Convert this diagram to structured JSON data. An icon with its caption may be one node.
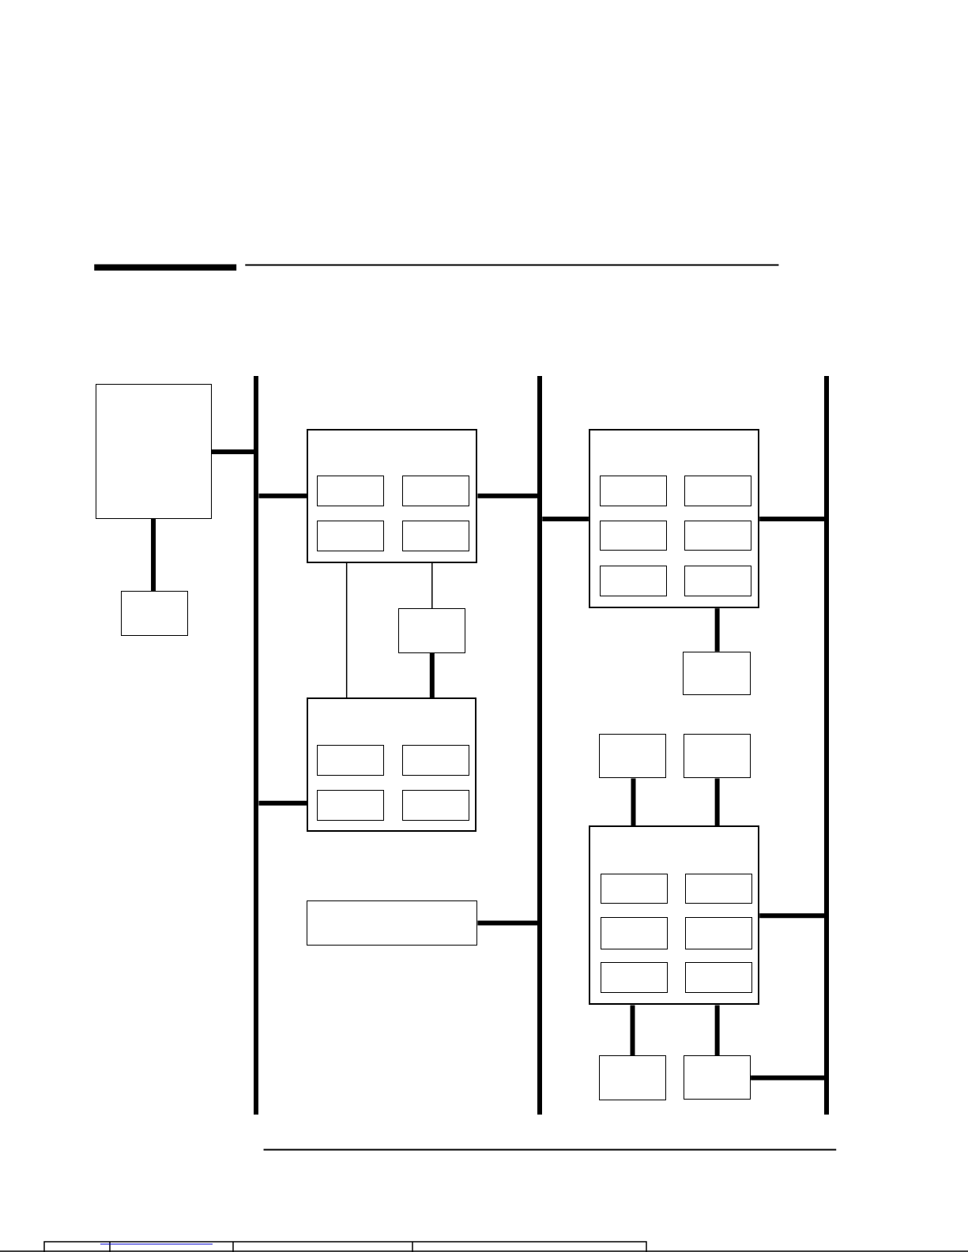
{
  "diagram": {
    "nodes": [
      {
        "text": [],
        "shape": "bar"
      },
      {
        "text": [],
        "shape": "bar"
      },
      {
        "text": [],
        "shape": "bar"
      },
      {
        "text": [],
        "shape": "box"
      },
      {
        "text": [],
        "shape": "box"
      },
      {
        "text": [],
        "shape": "box"
      },
      {
        "text": [],
        "shape": "box",
        "in": 5
      },
      {
        "text": [],
        "shape": "box",
        "in": 5
      },
      {
        "text": [],
        "shape": "box",
        "in": 5
      },
      {
        "text": [],
        "shape": "box",
        "in": 5
      },
      {
        "text": [],
        "shape": "box"
      },
      {
        "text": [],
        "shape": "box"
      },
      {
        "text": [],
        "shape": "box",
        "in": 11
      },
      {
        "text": [],
        "shape": "box",
        "in": 11
      },
      {
        "text": [],
        "shape": "box",
        "in": 11
      },
      {
        "text": [],
        "shape": "box",
        "in": 11
      },
      {
        "text": [],
        "shape": "box"
      },
      {
        "text": [],
        "shape": "box"
      },
      {
        "text": [],
        "shape": "box",
        "in": 17
      },
      {
        "text": [],
        "shape": "box",
        "in": 17
      },
      {
        "text": [],
        "shape": "box",
        "in": 17
      },
      {
        "text": [],
        "shape": "box",
        "in": 17
      },
      {
        "text": [],
        "shape": "box",
        "in": 17
      },
      {
        "text": [],
        "shape": "box",
        "in": 17
      },
      {
        "text": [],
        "shape": "box"
      },
      {
        "text": [],
        "shape": "box"
      },
      {
        "text": [],
        "shape": "box"
      },
      {
        "text": [],
        "shape": "box"
      },
      {
        "text": [],
        "shape": "box",
        "in": 27
      },
      {
        "text": [],
        "shape": "box",
        "in": 27
      },
      {
        "text": [],
        "shape": "box",
        "in": 27
      },
      {
        "text": [],
        "shape": "box",
        "in": 27
      },
      {
        "text": [],
        "shape": "box",
        "in": 27
      },
      {
        "text": [],
        "shape": "box",
        "in": 27
      },
      {
        "text": [],
        "shape": "box"
      },
      {
        "text": [],
        "shape": "box"
      }
    ],
    "edges": [
      {
        "from": 3,
        "to": 0,
        "arrow": "none"
      },
      {
        "from": 3,
        "to": 4,
        "arrow": "none"
      },
      {
        "from": 0,
        "to": 5,
        "arrow": "none"
      },
      {
        "from": 5,
        "to": 1,
        "arrow": "none"
      },
      {
        "from": 5,
        "to": 11,
        "arrow": "none"
      },
      {
        "from": 5,
        "to": 10,
        "arrow": "none"
      },
      {
        "from": 10,
        "to": 11,
        "arrow": "none"
      },
      {
        "from": 0,
        "to": 11,
        "arrow": "none"
      },
      {
        "from": 16,
        "to": 1,
        "arrow": "none"
      },
      {
        "from": 1,
        "to": 17,
        "arrow": "none"
      },
      {
        "from": 17,
        "to": 2,
        "arrow": "none"
      },
      {
        "from": 17,
        "to": 24,
        "arrow": "none"
      },
      {
        "from": 25,
        "to": 27,
        "arrow": "none"
      },
      {
        "from": 26,
        "to": 27,
        "arrow": "none"
      },
      {
        "from": 27,
        "to": 2,
        "arrow": "none"
      },
      {
        "from": 27,
        "to": 34,
        "arrow": "none"
      },
      {
        "from": 27,
        "to": 35,
        "arrow": "none"
      },
      {
        "from": 35,
        "to": 2,
        "arrow": "none"
      }
    ]
  }
}
